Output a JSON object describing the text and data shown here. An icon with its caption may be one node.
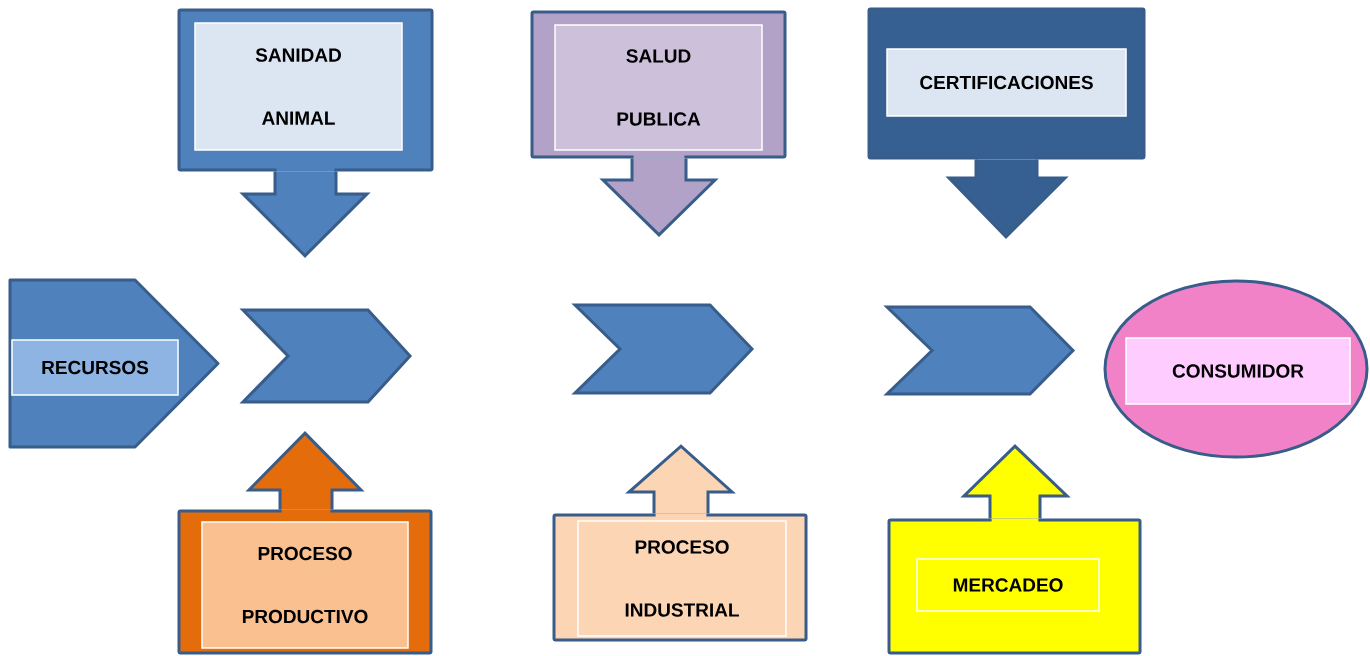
{
  "diagram": {
    "nodes": [
      {
        "text": [
          "SANIDAD ANIMAL"
        ]
      },
      {
        "text": [
          "SALUD PUBLICA"
        ]
      },
      {
        "text": [
          "CERTIFICACIONES"
        ]
      },
      {
        "text": [
          "RECURSOS"
        ]
      },
      {
        "text": [],
        "shape": "chevron"
      },
      {
        "text": [],
        "shape": "chevron"
      },
      {
        "text": [],
        "shape": "chevron"
      },
      {
        "text": [
          "CONSUMIDOR"
        ]
      },
      {
        "text": [
          "PROCESO PRODUCTIVO"
        ]
      },
      {
        "text": [
          "PROCESO INDUSTRIAL"
        ]
      },
      {
        "text": [
          "MERCADEO"
        ]
      }
    ],
    "edges": [
      {
        "from": 0,
        "to": 4,
        "arrow": "to"
      },
      {
        "from": 1,
        "to": 5,
        "arrow": "to"
      },
      {
        "from": 2,
        "to": 6,
        "arrow": "to"
      },
      {
        "from": 8,
        "to": 4,
        "arrow": "to"
      },
      {
        "from": 9,
        "to": 5,
        "arrow": "to"
      },
      {
        "from": 10,
        "to": 6,
        "arrow": "to"
      }
    ]
  }
}
